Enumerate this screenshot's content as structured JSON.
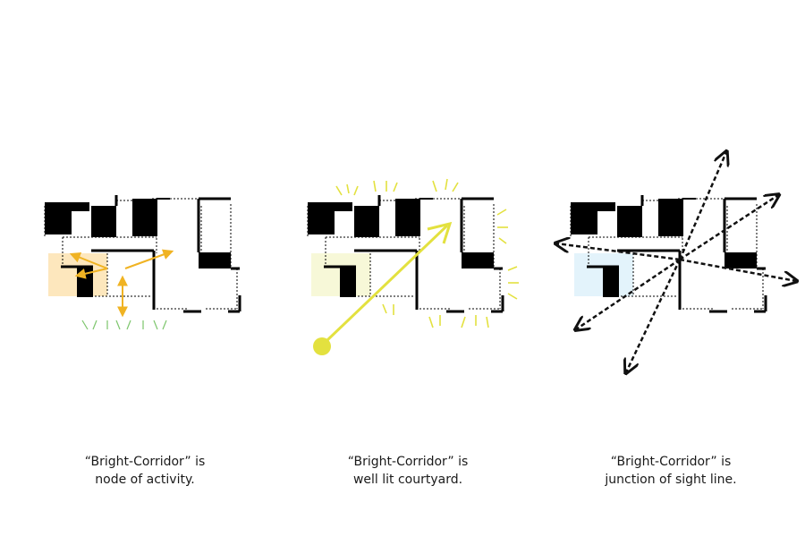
{
  "panels": [
    {
      "id": "activity",
      "caption_line1": "“Bright-Corridor” is",
      "caption_line2": "node of activity.",
      "courtyard_color": "#fde7bd",
      "accent_color": "#f0b323",
      "ground_mark_color": "#7cc56b"
    },
    {
      "id": "light",
      "caption_line1": "“Bright-Corridor” is",
      "caption_line2": "well lit courtyard.",
      "courtyard_color": "#f7f8d8",
      "accent_color": "#e3e13f"
    },
    {
      "id": "sight",
      "caption_line1": "“Bright-Corridor” is",
      "caption_line2": "junction of sight line.",
      "courtyard_color": "#e3f3fb",
      "accent_color": "#111111"
    }
  ],
  "colors": {
    "wall": "#000000",
    "dotted_line": "#000000"
  }
}
